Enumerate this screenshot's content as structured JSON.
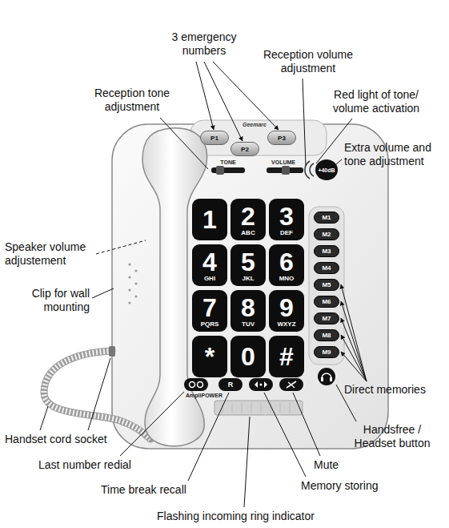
{
  "diagram": {
    "nodes": [
      {
        "text": [
          "P1"
        ]
      },
      {
        "text": [
          "P2"
        ]
      },
      {
        "text": [
          "P3"
        ]
      },
      {
        "text": [
          "+40dB"
        ]
      },
      {
        "text": [
          "1"
        ]
      },
      {
        "text": [
          "2",
          "ABC"
        ]
      },
      {
        "text": [
          "3",
          "DEF"
        ]
      },
      {
        "text": [
          "4",
          "GHI"
        ]
      },
      {
        "text": [
          "5",
          "JKL"
        ]
      },
      {
        "text": [
          "6",
          "MNO"
        ]
      },
      {
        "text": [
          "7",
          "PQRS"
        ]
      },
      {
        "text": [
          "8",
          "TUV"
        ]
      },
      {
        "text": [
          "9",
          "WXYZ"
        ]
      },
      {
        "text": [
          "*"
        ]
      },
      {
        "text": [
          "0"
        ]
      },
      {
        "text": [
          "#"
        ]
      },
      {
        "text": [
          "M1"
        ]
      },
      {
        "text": [
          "M2"
        ]
      },
      {
        "text": [
          "M3"
        ]
      },
      {
        "text": [
          "M4"
        ]
      },
      {
        "text": [
          "M5"
        ]
      },
      {
        "text": [
          "M6"
        ]
      },
      {
        "text": [
          "M7"
        ]
      },
      {
        "text": [
          "M8"
        ]
      },
      {
        "text": [
          "M9"
        ]
      },
      {
        "text": [
          "R"
        ]
      }
    ],
    "labels": [
      "3 emergency numbers",
      "Reception volume adjustment",
      "Reception tone adjustment",
      "Red light of tone/ volume activation",
      "Extra volume and tone adjustment",
      "Speaker volume adjustement",
      "Clip for wall mounting",
      "Direct memories",
      "Handsfree / Headset button",
      "Handset cord socket",
      "Last number redial",
      "Mute",
      "Time break recall",
      "Memory storing",
      "Flashing incoming ring indicator",
      "TONE",
      "VOLUME",
      "AmpliPOWER",
      "Geemarc"
    ]
  }
}
